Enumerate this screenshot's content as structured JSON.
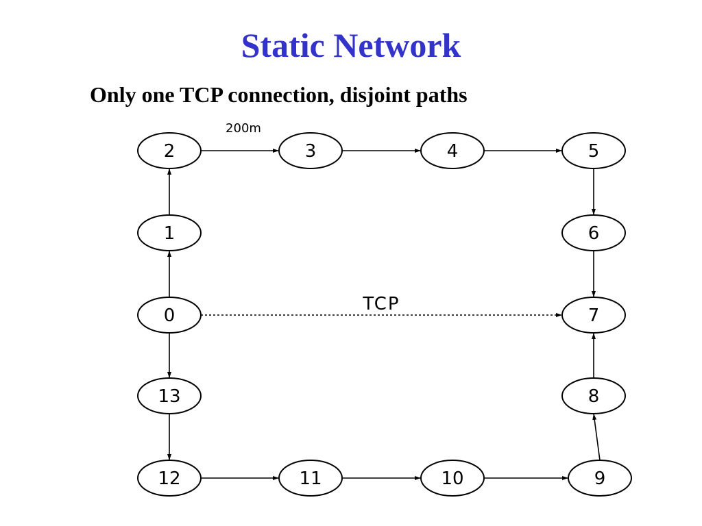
{
  "slide": {
    "title": "Static Network",
    "subtitle": "Only one TCP connection, disjoint paths"
  },
  "diagram": {
    "nodes": [
      {
        "id": "0",
        "label": "0"
      },
      {
        "id": "1",
        "label": "1"
      },
      {
        "id": "2",
        "label": "2"
      },
      {
        "id": "3",
        "label": "3"
      },
      {
        "id": "4",
        "label": "4"
      },
      {
        "id": "5",
        "label": "5"
      },
      {
        "id": "6",
        "label": "6"
      },
      {
        "id": "7",
        "label": "7"
      },
      {
        "id": "8",
        "label": "8"
      },
      {
        "id": "9",
        "label": "9"
      },
      {
        "id": "10",
        "label": "10"
      },
      {
        "id": "11",
        "label": "11"
      },
      {
        "id": "12",
        "label": "12"
      },
      {
        "id": "13",
        "label": "13"
      }
    ],
    "edges": [
      {
        "from": "0",
        "to": "1"
      },
      {
        "from": "1",
        "to": "2"
      },
      {
        "from": "2",
        "to": "3",
        "label": "200m"
      },
      {
        "from": "3",
        "to": "4"
      },
      {
        "from": "4",
        "to": "5"
      },
      {
        "from": "5",
        "to": "6"
      },
      {
        "from": "6",
        "to": "7"
      },
      {
        "from": "0",
        "to": "13"
      },
      {
        "from": "13",
        "to": "12"
      },
      {
        "from": "12",
        "to": "11"
      },
      {
        "from": "11",
        "to": "10"
      },
      {
        "from": "10",
        "to": "9"
      },
      {
        "from": "9",
        "to": "8"
      },
      {
        "from": "8",
        "to": "7"
      },
      {
        "from": "0",
        "to": "7",
        "label": "TCP",
        "style": "dotted"
      }
    ]
  }
}
